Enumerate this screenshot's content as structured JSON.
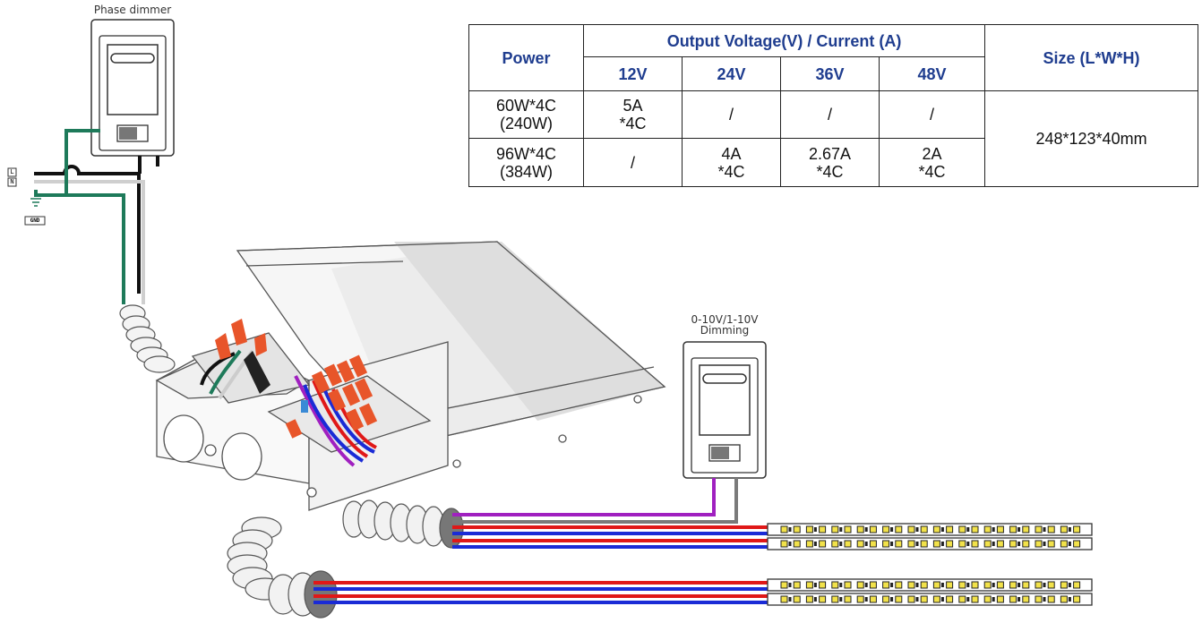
{
  "labels": {
    "phase_dimmer": "Phase dimmer",
    "dimming_line1": "0-10V/1-10V",
    "dimming_line2": "Dimming",
    "line_tag": "L",
    "neutral_tag": "N",
    "ground_tag": "GND"
  },
  "table": {
    "power_header": "Power",
    "output_header": "Output Voltage(V) / Current (A)",
    "size_header": "Size (L*W*H)",
    "voltages": [
      "12V",
      "24V",
      "36V",
      "48V"
    ],
    "rows": [
      {
        "power_line1": "60W*4C",
        "power_line2": "(240W)",
        "cells": [
          {
            "line1": "5A",
            "line2": "*4C"
          },
          {
            "line1": "/",
            "line2": ""
          },
          {
            "line1": "/",
            "line2": ""
          },
          {
            "line1": "/",
            "line2": ""
          }
        ]
      },
      {
        "power_line1": "96W*4C",
        "power_line2": "(384W)",
        "cells": [
          {
            "line1": "/",
            "line2": ""
          },
          {
            "line1": "4A",
            "line2": "*4C"
          },
          {
            "line1": "2.67A",
            "line2": "*4C"
          },
          {
            "line1": "2A",
            "line2": "*4C"
          }
        ]
      }
    ],
    "size_value": "248*123*40mm"
  },
  "colors": {
    "header_text": "#1f3d8f",
    "wire_red": "#e01818",
    "wire_blue": "#1a2bd6",
    "wire_green": "#1e7a5a",
    "wire_purple": "#a020c0",
    "wire_gray": "#7a7a7a",
    "connector_orange": "#e8552a",
    "led_chip": "#f2e24a"
  }
}
